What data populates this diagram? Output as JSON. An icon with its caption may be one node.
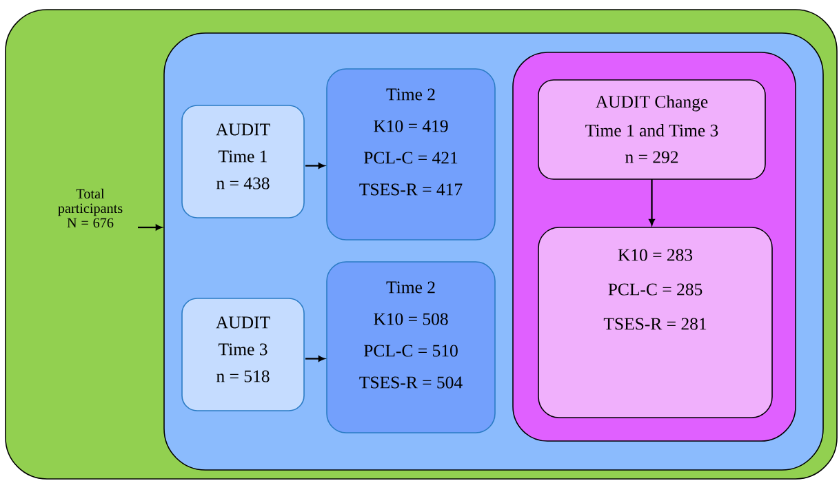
{
  "diagram": {
    "nodes": [
      {
        "text": [],
        "shape": "box"
      },
      {
        "text": [
          "Total participants N = 676"
        ],
        "in": 0
      },
      {
        "text": [],
        "shape": "box",
        "in": 0
      },
      {
        "text": [
          "AUDIT",
          "Time 1",
          "n = 438"
        ],
        "in": 2
      },
      {
        "text": [
          "Time 2",
          "K10 = 419",
          "PCL-C = 421",
          "TSES-R = 417"
        ],
        "in": 2
      },
      {
        "text": [
          "AUDIT",
          "Time 3",
          "n = 518"
        ],
        "in": 2
      },
      {
        "text": [
          "Time 2",
          "K10 = 508",
          "PCL-C = 510",
          "TSES-R = 504"
        ],
        "in": 2
      },
      {
        "text": [],
        "shape": "box",
        "in": 2
      },
      {
        "text": [
          "AUDIT Change",
          "Time 1 and Time 3",
          "n = 292"
        ],
        "in": 7
      },
      {
        "text": [
          "K10 = 283",
          "PCL-C = 285",
          "TSES-R = 281"
        ],
        "in": 7
      }
    ],
    "edges": [
      {
        "from": 1,
        "to": 2,
        "arrow": "to"
      },
      {
        "from": 3,
        "to": 4,
        "arrow": "to"
      },
      {
        "from": 5,
        "to": 6,
        "arrow": "to"
      },
      {
        "from": 8,
        "to": 9,
        "arrow": "to"
      }
    ]
  }
}
